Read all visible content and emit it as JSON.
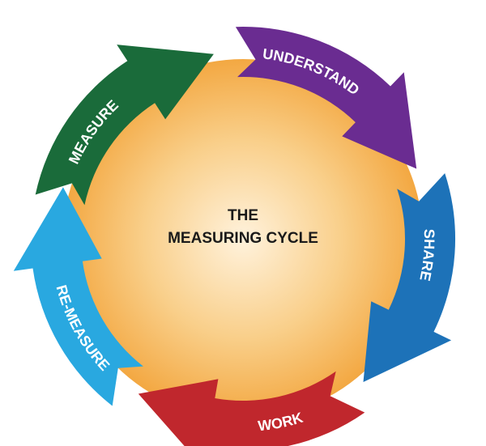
{
  "center": {
    "line1": "THE",
    "line2": "MEASURING CYCLE"
  },
  "stages": [
    {
      "label": "MEASURE",
      "color": "#1a6b3a"
    },
    {
      "label": "UNDERSTAND",
      "color": "#6a2c91"
    },
    {
      "label": "SHARE",
      "color": "#1d72b8"
    },
    {
      "label": "WORK",
      "color": "#c0272d"
    },
    {
      "label": "RE-MEASURE",
      "color": "#29a8e0"
    }
  ],
  "colors": {
    "center_inner": "#fff2dc",
    "center_outer": "#f3a842"
  }
}
